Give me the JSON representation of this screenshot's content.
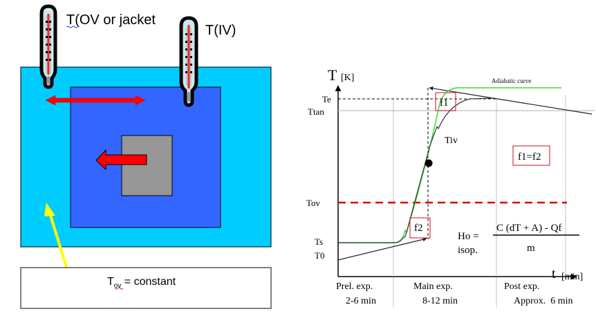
{
  "left_diagram": {
    "thermometer_ov_label": "T(OV or jacket",
    "thermometer_iv_label": "T(IV)",
    "constant_label_main": "T",
    "constant_label_sub": "ov",
    "constant_label_rest": " = constant",
    "colors": {
      "jacket": "#00ccff",
      "vessel": "#3366ff",
      "sample": "#969696",
      "arrow_red": "#ff0000",
      "arrow_yellow": "#ffff00"
    }
  },
  "right_chart": {
    "y_axis_title": "T",
    "y_axis_unit": "[K]",
    "x_axis_title": "t",
    "x_axis_unit": "[min]",
    "y_levels": {
      "te": "Te",
      "ttan": "Ttan",
      "tov": "Tov",
      "ts": "Ts",
      "t0": "T0"
    },
    "adiabatic_label": "Adiabatic curve",
    "tiv_label": "Tiv",
    "f1_label": "f1",
    "f2_label": "f2",
    "equality_label": "f1=f2",
    "formula": {
      "lhs_line1": "Ho =",
      "lhs_line2": "isop.",
      "numerator": "C (dT + A) - Qf",
      "denominator": "m"
    },
    "phases": [
      {
        "name": "Prel. exp.",
        "duration": "2-6 min"
      },
      {
        "name": "Main exp.",
        "duration": "8-12 min"
      },
      {
        "name": "Post exp.",
        "duration": "Approx.  6 min"
      }
    ],
    "colors": {
      "adiabatic": "#33dd33",
      "tov_line": "#dd0000",
      "box_border": "#dd3344"
    }
  }
}
